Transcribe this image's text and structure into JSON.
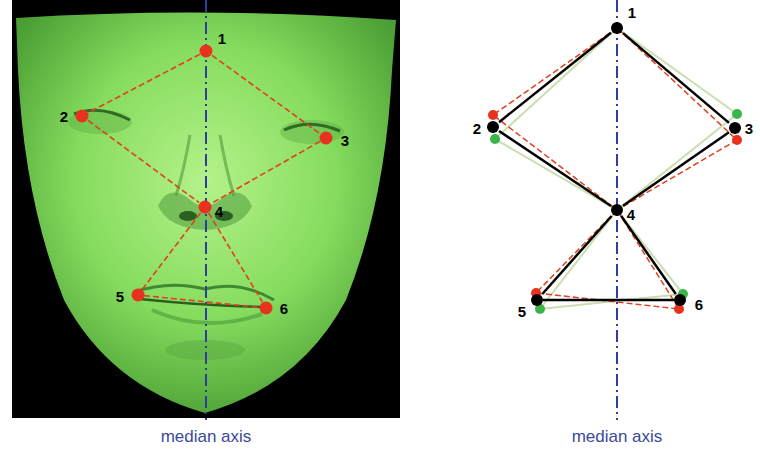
{
  "diagram": {
    "nodes": [
      {
        "text": [
          "1"
        ]
      },
      {
        "text": [
          "2"
        ]
      },
      {
        "text": [
          "3"
        ]
      },
      {
        "text": [
          "4"
        ]
      },
      {
        "text": [
          "5"
        ]
      },
      {
        "text": [
          "6"
        ]
      },
      {
        "text": [
          "1"
        ]
      },
      {
        "text": [
          "2"
        ]
      },
      {
        "text": [
          "3"
        ]
      },
      {
        "text": [
          "4"
        ]
      },
      {
        "text": [
          "5"
        ]
      },
      {
        "text": [
          "6"
        ]
      }
    ],
    "edges": [
      {
        "from": 0,
        "to": 1,
        "arrow": "none"
      },
      {
        "from": 0,
        "to": 2,
        "arrow": "none"
      },
      {
        "from": 1,
        "to": 3,
        "arrow": "none"
      },
      {
        "from": 2,
        "to": 3,
        "arrow": "none"
      },
      {
        "from": 3,
        "to": 4,
        "arrow": "none"
      },
      {
        "from": 3,
        "to": 5,
        "arrow": "none"
      },
      {
        "from": 4,
        "to": 5,
        "arrow": "none"
      },
      {
        "from": 6,
        "to": 7,
        "arrow": "none"
      },
      {
        "from": 6,
        "to": 8,
        "arrow": "none"
      },
      {
        "from": 7,
        "to": 9,
        "arrow": "none"
      },
      {
        "from": 8,
        "to": 9,
        "arrow": "none"
      },
      {
        "from": 9,
        "to": 10,
        "arrow": "none"
      },
      {
        "from": 9,
        "to": 11,
        "arrow": "none"
      },
      {
        "from": 10,
        "to": 11,
        "arrow": "none"
      }
    ],
    "labels": [
      "median axis",
      "median axis"
    ]
  }
}
